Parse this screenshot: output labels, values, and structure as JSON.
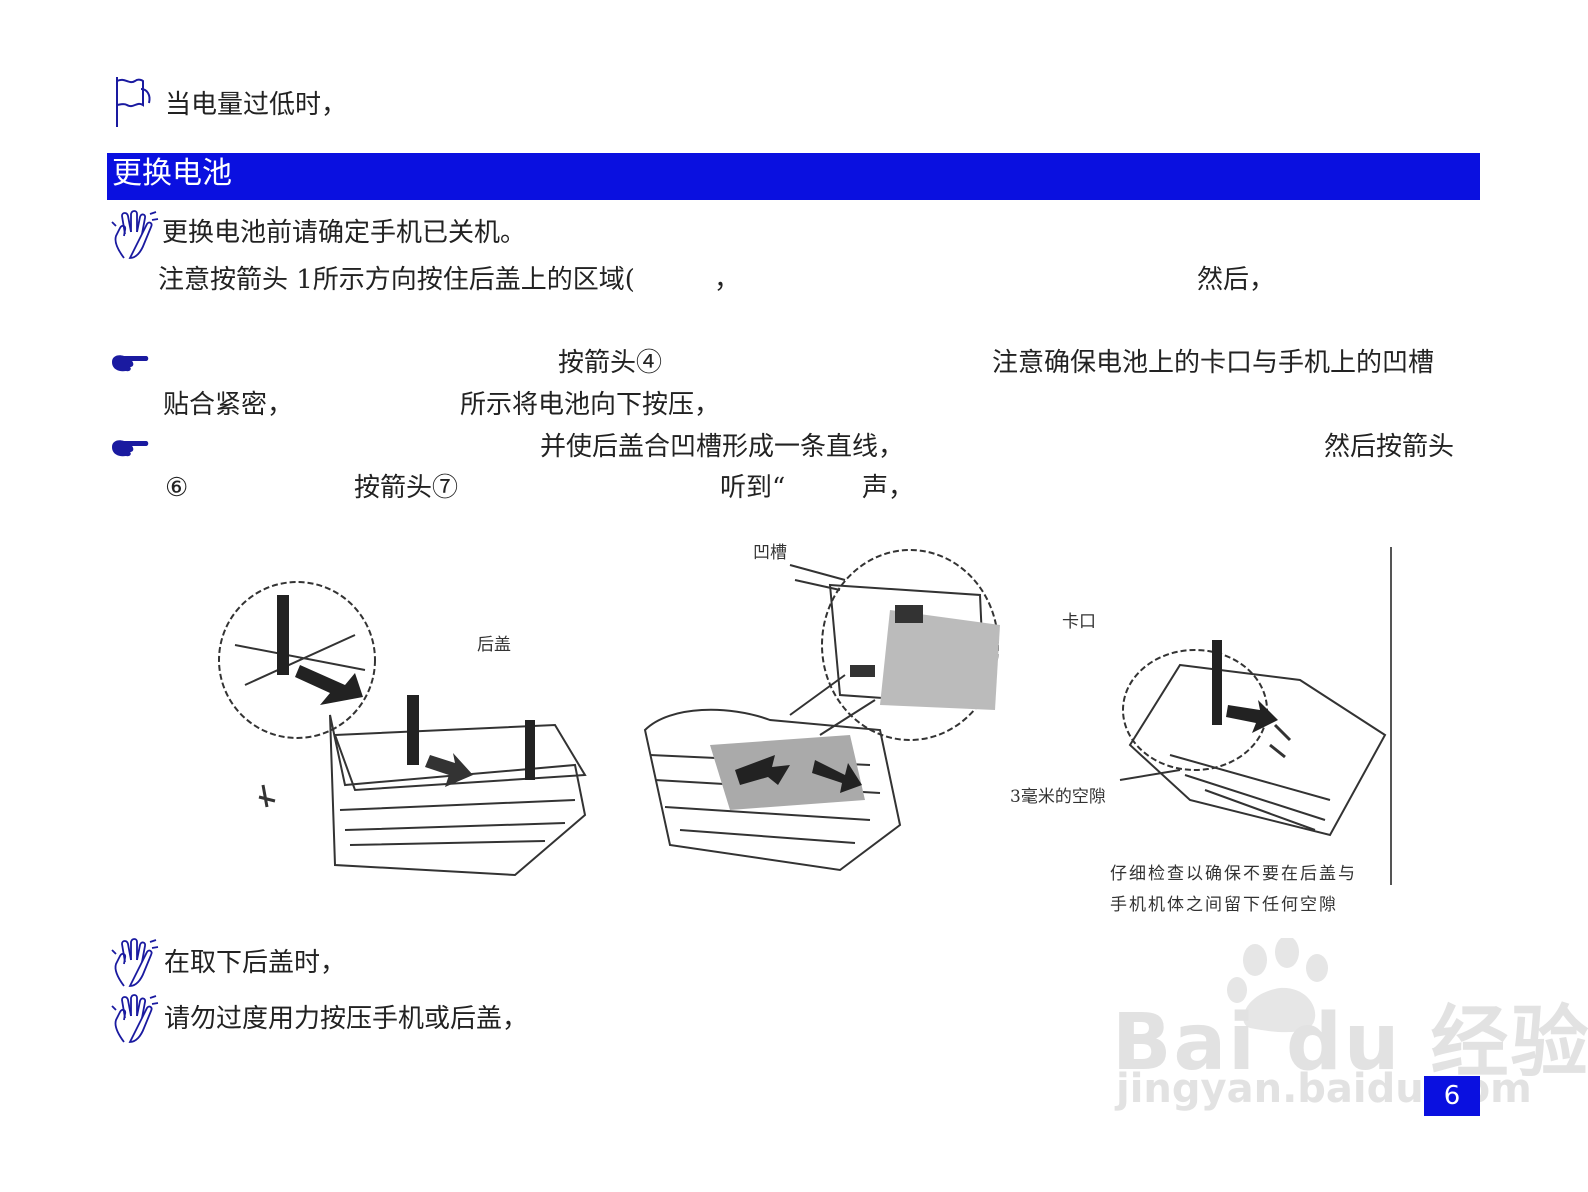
{
  "header_note": {
    "icon": "flag-note-icon",
    "text": "当电量过低时，"
  },
  "section": {
    "title": "更换电池"
  },
  "lines": {
    "l1": "更换电池前请确定手机已关机。",
    "l2a": "注意按箭头 1所示方向按住后盖上的区域(",
    "l2b": "，",
    "l2c": "然后，",
    "l3a": "按箭头④",
    "l3b": "注意确保电池上的卡口与手机上的凹槽",
    "l4a": "贴合紧密，",
    "l4b": "所示将电池向下按压，",
    "l5a": "并使后盖合凹槽形成一条直线，",
    "l5b": "然后按箭头",
    "l6a": "⑥",
    "l6b": "按箭头⑦",
    "l6c": "听到“",
    "l6d": "声，"
  },
  "figure_labels": {
    "back_cover": "后盖",
    "groove": "凹槽",
    "clip": "卡口",
    "gap": "3毫米的空隙",
    "check_line1": "仔细检查以确保不要在后盖与",
    "check_line2": "手机机体之间留下任何空隙"
  },
  "notes": {
    "n1": "在取下后盖时，",
    "n2": "请勿过度用力按压手机或后盖，"
  },
  "watermark": {
    "brand": "Bai du 经验",
    "url": "jingyan.baidu.com"
  },
  "page_number": "6",
  "colors": {
    "accent": "#0a10e0",
    "text": "#222222",
    "watermark": "#e2e2e2"
  }
}
